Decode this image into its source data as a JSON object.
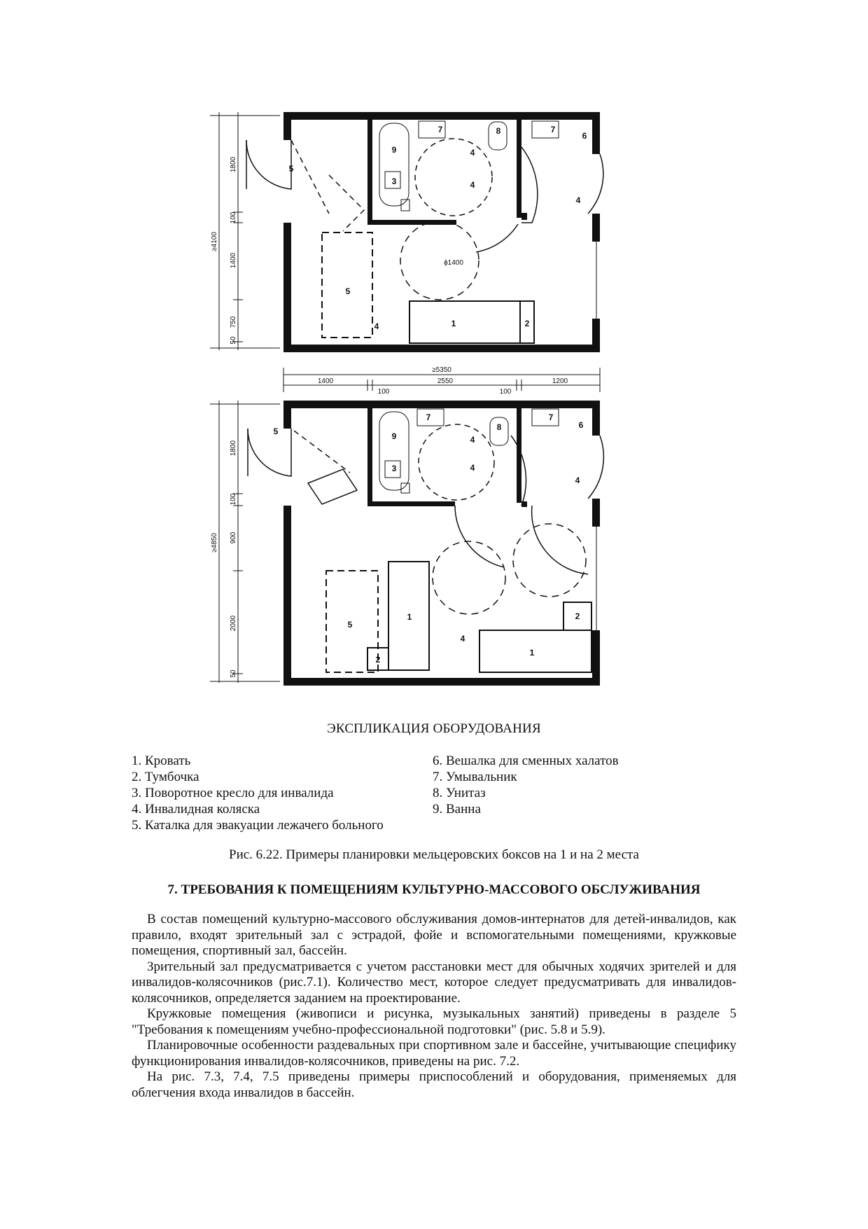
{
  "plan": {
    "top": {
      "dims_vertical": [
        "≥4100",
        "1800",
        "100",
        "1400",
        "750",
        "50"
      ],
      "diameter_label": "ϕ1400",
      "labels": [
        "1",
        "2",
        "3",
        "4",
        "4",
        "4",
        "4",
        "5",
        "5",
        "6",
        "7",
        "7",
        "8",
        "9"
      ]
    },
    "middle": {
      "total": "≥5350",
      "segments": [
        "1400",
        "2550",
        "1200",
        "100",
        "100"
      ]
    },
    "bottom": {
      "dims_vertical": [
        "≥4850",
        "1800",
        "100",
        "900",
        "2000",
        "50"
      ],
      "labels": [
        "1",
        "1",
        "2",
        "2",
        "3",
        "4",
        "4",
        "4",
        "4",
        "5",
        "5",
        "6",
        "7",
        "7",
        "8",
        "9"
      ]
    }
  },
  "explication": {
    "title": "ЭКСПЛИКАЦИЯ ОБОРУДОВАНИЯ",
    "left": [
      "1. Кровать",
      "2. Тумбочка",
      "3. Поворотное кресло для инвалида",
      "4. Инвалидная коляска",
      "5. Каталка для эвакуации лежачего больного"
    ],
    "right": [
      "6. Вешалка для сменных халатов",
      "7. Умывальник",
      "8. Унитаз",
      "9. Ванна"
    ]
  },
  "caption": "Рис. 6.22. Примеры планировки мельцеровских боксов на 1 и на 2 места",
  "section": {
    "heading": "7. ТРЕБОВАНИЯ К ПОМЕЩЕНИЯМ КУЛЬТУРНО-МАССОВОГО ОБСЛУЖИВАНИЯ",
    "paragraphs": [
      "В состав помещений культурно-массового обслуживания домов-интернатов для детей-инвалидов, как правило, входят зрительный зал с эстрадой, фойе и вспомогательными помещениями, кружковые помещения, спортивный зал, бассейн.",
      "Зрительный зал предусматривается с учетом расстановки мест для обычных ходячих зрителей и для инвалидов-колясочников (рис.7.1). Количество мест, которое следует предусматривать для инвалидов-колясочников, определяется заданием на проектирование.",
      "Кружковые помещения (живописи и рисунка, музыкальных занятий) приведены в разделе 5 \"Требования к помещениям учебно-профессиональной подготовки\" (рис. 5.8 и 5.9).",
      "Планировочные особенности раздевальных при спортивном зале и бассейне, учитывающие специфику функционирования инвалидов-колясочников, приведены на рис. 7.2.",
      "На рис. 7.3, 7.4, 7.5 приведены примеры приспособлений и оборудования, применяемых для облегчения входа инвалидов в бассейн."
    ]
  }
}
